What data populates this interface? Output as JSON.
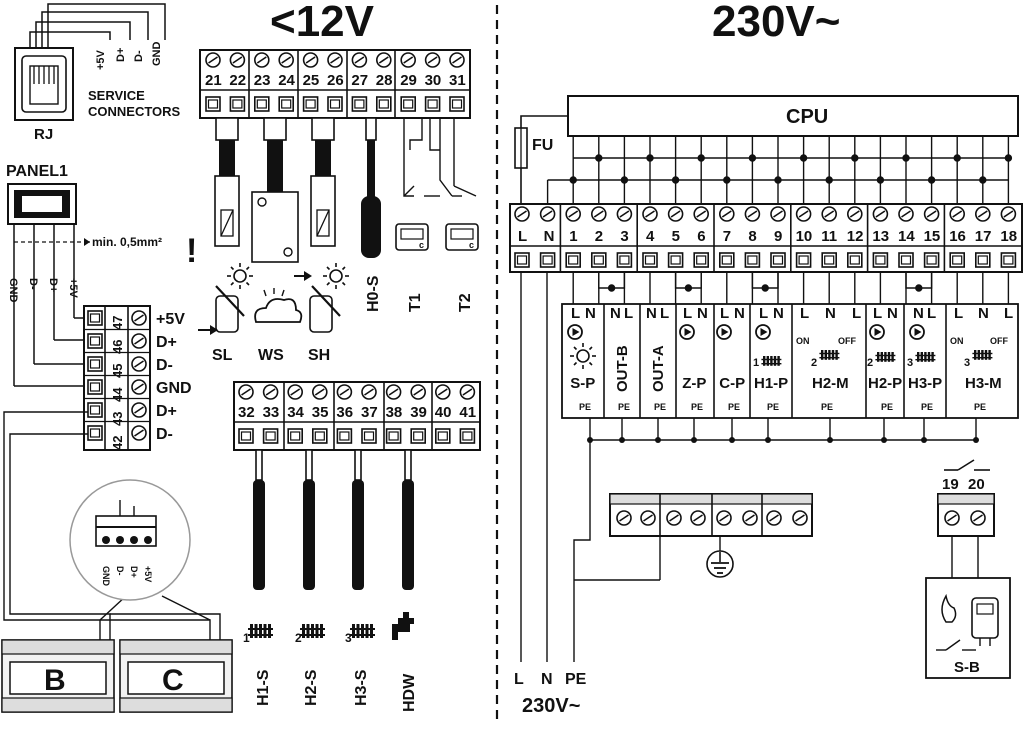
{
  "header": {
    "low_voltage": "<12V",
    "high_voltage": "230V~"
  },
  "rj": {
    "pins": [
      "+5V",
      "D+",
      "D-",
      "GND"
    ],
    "service_label_1": "SERVICE",
    "service_label_2": "CONNECTORS",
    "name": "RJ"
  },
  "panel": {
    "name": "PANEL1",
    "wire_note": "min. 0,5mm²",
    "wire_labels": [
      "GND",
      "D-",
      "D+",
      "+5V"
    ]
  },
  "left_terminal": {
    "numbers": [
      "47",
      "46",
      "45",
      "44",
      "43",
      "42"
    ],
    "signals": [
      "+5V",
      "D+",
      "D-",
      "GND",
      "D+",
      "D-"
    ]
  },
  "module_pins": [
    "GND",
    "D-",
    "D+",
    "+5V"
  ],
  "modules": [
    "B",
    "C"
  ],
  "upper_terminal": {
    "numbers": [
      "21",
      "22",
      "23",
      "24",
      "25",
      "26",
      "27",
      "28",
      "29",
      "30",
      "31"
    ]
  },
  "upper_sensors": [
    "SL",
    "WS",
    "SH",
    "H0-S",
    "T1",
    "T2"
  ],
  "lower_terminal": {
    "numbers": [
      "32",
      "33",
      "34",
      "35",
      "36",
      "37",
      "38",
      "39",
      "40",
      "41"
    ]
  },
  "lower_sensors": [
    "H1-S",
    "H2-S",
    "H3-S",
    "HDW"
  ],
  "heater_indices": [
    "1",
    "2",
    "3"
  ],
  "cpu": {
    "label": "CPU",
    "fuse": "FU"
  },
  "power_terminal": {
    "numbers": [
      "L",
      "N",
      "1",
      "2",
      "3",
      "4",
      "5",
      "6",
      "7",
      "8",
      "9",
      "10",
      "11",
      "12",
      "13",
      "14",
      "15",
      "16",
      "17",
      "18"
    ]
  },
  "outputs": {
    "labels": [
      "S-P",
      "OUT-B",
      "OUT-A",
      "Z-P",
      "C-P",
      "H1-P",
      "H2-M",
      "H2-P",
      "H3-P",
      "H3-M"
    ],
    "pe": "PE",
    "on": "ON",
    "off": "OFF",
    "ln": [
      "L",
      "N"
    ]
  },
  "mains": {
    "wires": [
      "L",
      "N",
      "PE"
    ],
    "voltage": "230V~"
  },
  "switch_terminal": [
    "19",
    "20"
  ],
  "boiler": "S-B"
}
